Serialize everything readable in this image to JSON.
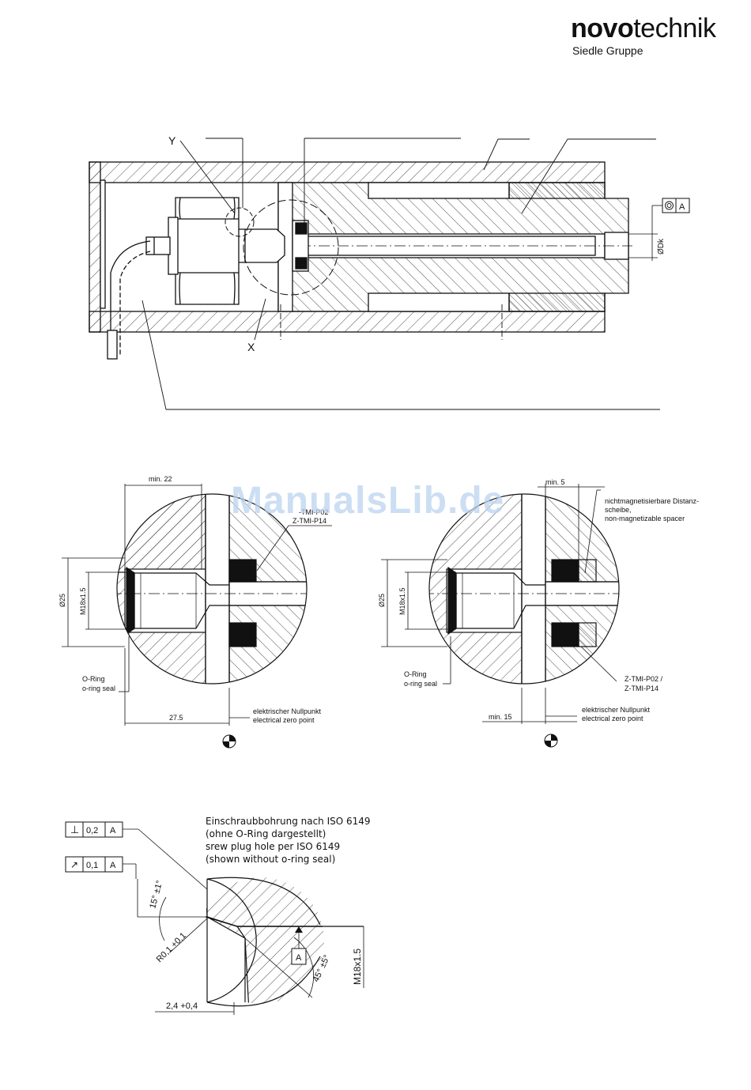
{
  "logo": {
    "brand_bold": "novo",
    "brand_light": "technik",
    "subtitle": "Siedle Gruppe"
  },
  "watermark": "ManualsLib.de",
  "assembly": {
    "label_y": "Y",
    "label_x": "X",
    "datum_a": "A",
    "dk_label": "ØDk"
  },
  "detail_left": {
    "min_dim": "min. 22",
    "part_line1": "-TMI-P02",
    "part_line2": "Z-TMI-P14",
    "dia": "Ø25",
    "thread": "M18x1.5",
    "oring_de": "O-Ring",
    "oring_en": "o-ring seal",
    "dim_bottom": "27.5",
    "zero_de": "elektrischer Nullpunkt",
    "zero_en": "electrical zero point"
  },
  "detail_right": {
    "min_dim": "min. 5",
    "spacer_line1": "nichtmagnetisierbare Distanz-",
    "spacer_line2": "scheibe,",
    "spacer_line3": "non-magnetizable spacer",
    "dia": "Ø25",
    "thread": "M18x1.5",
    "oring_de": "O-Ring",
    "oring_en": "o-ring seal",
    "part_line1": "Z-TMI-P02 /",
    "part_line2": "Z-TMI-P14",
    "dim_bottom": "min. 15",
    "zero_de": "elektrischer Nullpunkt",
    "zero_en": "electrical zero point"
  },
  "screw_hole": {
    "note_line1": "Einschraubbohrung nach ISO 6149",
    "note_line2": "(ohne O-Ring dargestellt)",
    "note_line3": "srew plug hole per ISO 6149",
    "note_line4": "(shown without o-ring seal)",
    "tol1_symbol": "⊥",
    "tol1_value": "0,2",
    "tol1_datum": "A",
    "tol2_symbol": "↗",
    "tol2_value": "0,1",
    "tol2_datum": "A",
    "angle_15": "15° ±1°",
    "radius": "R0,1 +0,1",
    "datum_a": "A",
    "angle_45": "45° ±5°",
    "thread": "M18x1.5",
    "depth": "2,4 +0,4"
  }
}
